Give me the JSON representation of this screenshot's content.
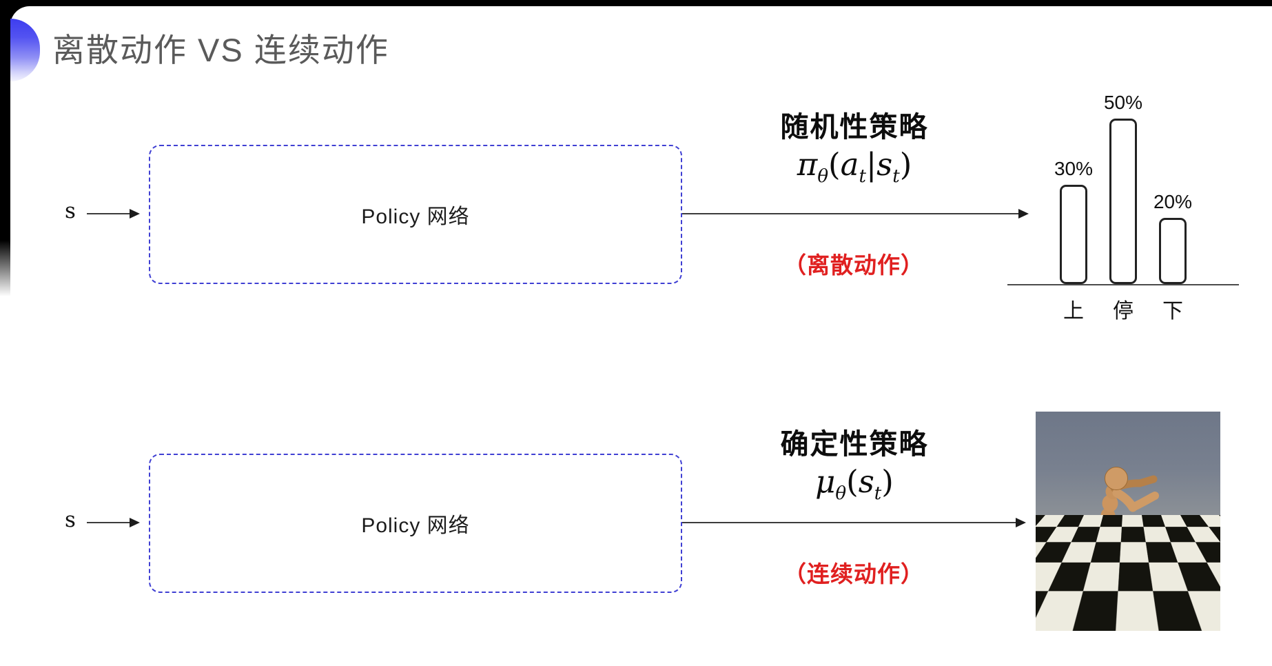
{
  "page": {
    "title": "离散动作 VS 连续动作"
  },
  "colors": {
    "accent_blue": "#3f3fd3",
    "note_red": "#e02020",
    "title_gray": "#5a5a5a"
  },
  "discrete": {
    "input_label": "s",
    "box_label": "Policy 网络",
    "policy_name": "随机性策略",
    "formula": {
      "sym": "π",
      "sym_sub": "θ",
      "open": "(",
      "arg1": "a",
      "arg1_sub": "t",
      "sep": "|",
      "arg2": "s",
      "arg2_sub": "t",
      "close": ")"
    },
    "note": "（离散动作）"
  },
  "continuous": {
    "input_label": "s",
    "box_label": "Policy 网络",
    "policy_name": "确定性策略",
    "formula": {
      "sym": "μ",
      "sym_sub": "θ",
      "open": "(",
      "arg1": "s",
      "arg1_sub": "t",
      "close": ")"
    },
    "note": "（连续动作）"
  },
  "chart_data": {
    "type": "bar",
    "categories": [
      "上",
      "停",
      "下"
    ],
    "values": [
      30,
      50,
      20
    ],
    "value_labels": [
      "30%",
      "50%",
      "20%"
    ],
    "title": "",
    "xlabel": "",
    "ylabel": "",
    "ylim": [
      0,
      55
    ],
    "grid": false,
    "legend": false,
    "style": "white rounded bars with black outline above a single baseline; percentage labels above bars"
  }
}
